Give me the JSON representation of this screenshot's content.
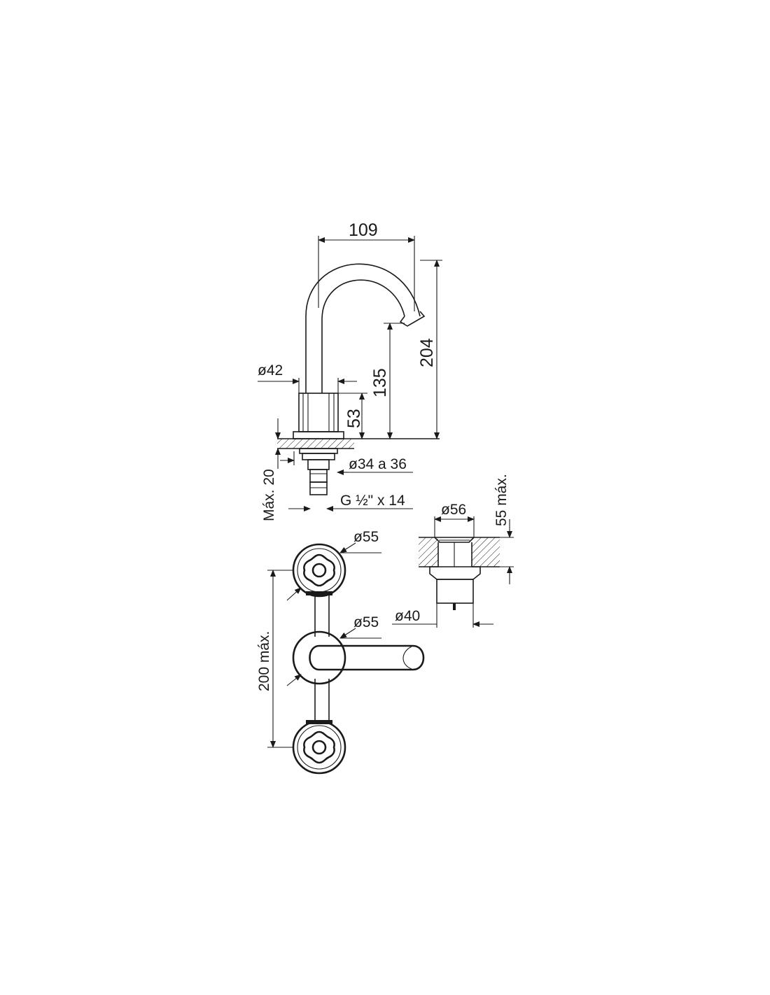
{
  "faucet_elevation": {
    "dim_width": "109",
    "dim_total_height": "204",
    "dim_spout_height": "135",
    "dim_body_height": "53",
    "dim_body_diameter": "ø42",
    "dim_hole_diameter": "ø34 a 36",
    "dim_max_deck": "Máx. 20",
    "dim_thread": "G ½\" x 14"
  },
  "drain_section": {
    "dim_flange_diameter": "ø56",
    "dim_max_depth": "55 máx.",
    "dim_body_diameter": "ø40"
  },
  "plan_view": {
    "dim_top_handle": "ø55",
    "dim_spout_base": "ø55",
    "dim_spacing": "200 máx."
  }
}
